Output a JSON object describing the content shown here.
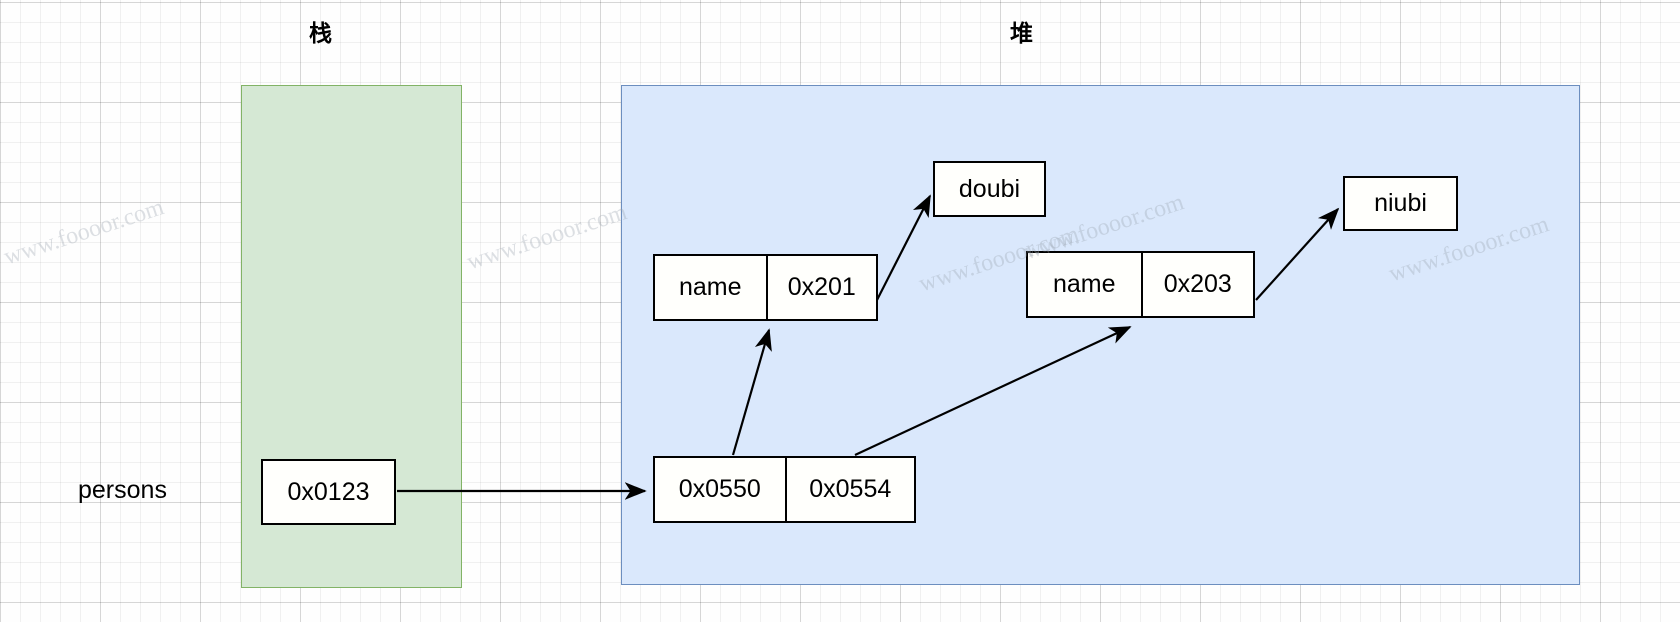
{
  "diagram": {
    "title_stack": "栈",
    "title_heap": "堆",
    "variable_label": "persons",
    "regions": [
      {
        "name": "stack",
        "label": "栈",
        "fill": "#d5e8d4",
        "stroke": "#82b366"
      },
      {
        "name": "heap",
        "label": "堆",
        "fill": "#dae8fc",
        "stroke": "#6c8ebf"
      }
    ],
    "boxes": {
      "stack_pointer": {
        "value": "0x0123"
      },
      "array": {
        "slot0": "0x0550",
        "slot1": "0x0554"
      },
      "person1": {
        "field": "name",
        "value": "0x201"
      },
      "person2": {
        "field": "name",
        "value": "0x203"
      },
      "string1": {
        "value": "doubi"
      },
      "string2": {
        "value": "niubi"
      }
    },
    "arrows": [
      {
        "from": "stack_pointer",
        "to": "array"
      },
      {
        "from": "array.slot0",
        "to": "person1"
      },
      {
        "from": "array.slot1",
        "to": "person2"
      },
      {
        "from": "person1.value",
        "to": "string1"
      },
      {
        "from": "person2.value",
        "to": "string2"
      }
    ],
    "watermark": "www.foooor.com",
    "colors": {
      "stack_fill": "#d5e8d4",
      "stack_stroke": "#82b366",
      "heap_fill": "#dae8fc",
      "heap_stroke": "#6c8ebf",
      "box_fill": "#fffffc",
      "box_stroke": "#000000",
      "text": "#000000"
    }
  }
}
